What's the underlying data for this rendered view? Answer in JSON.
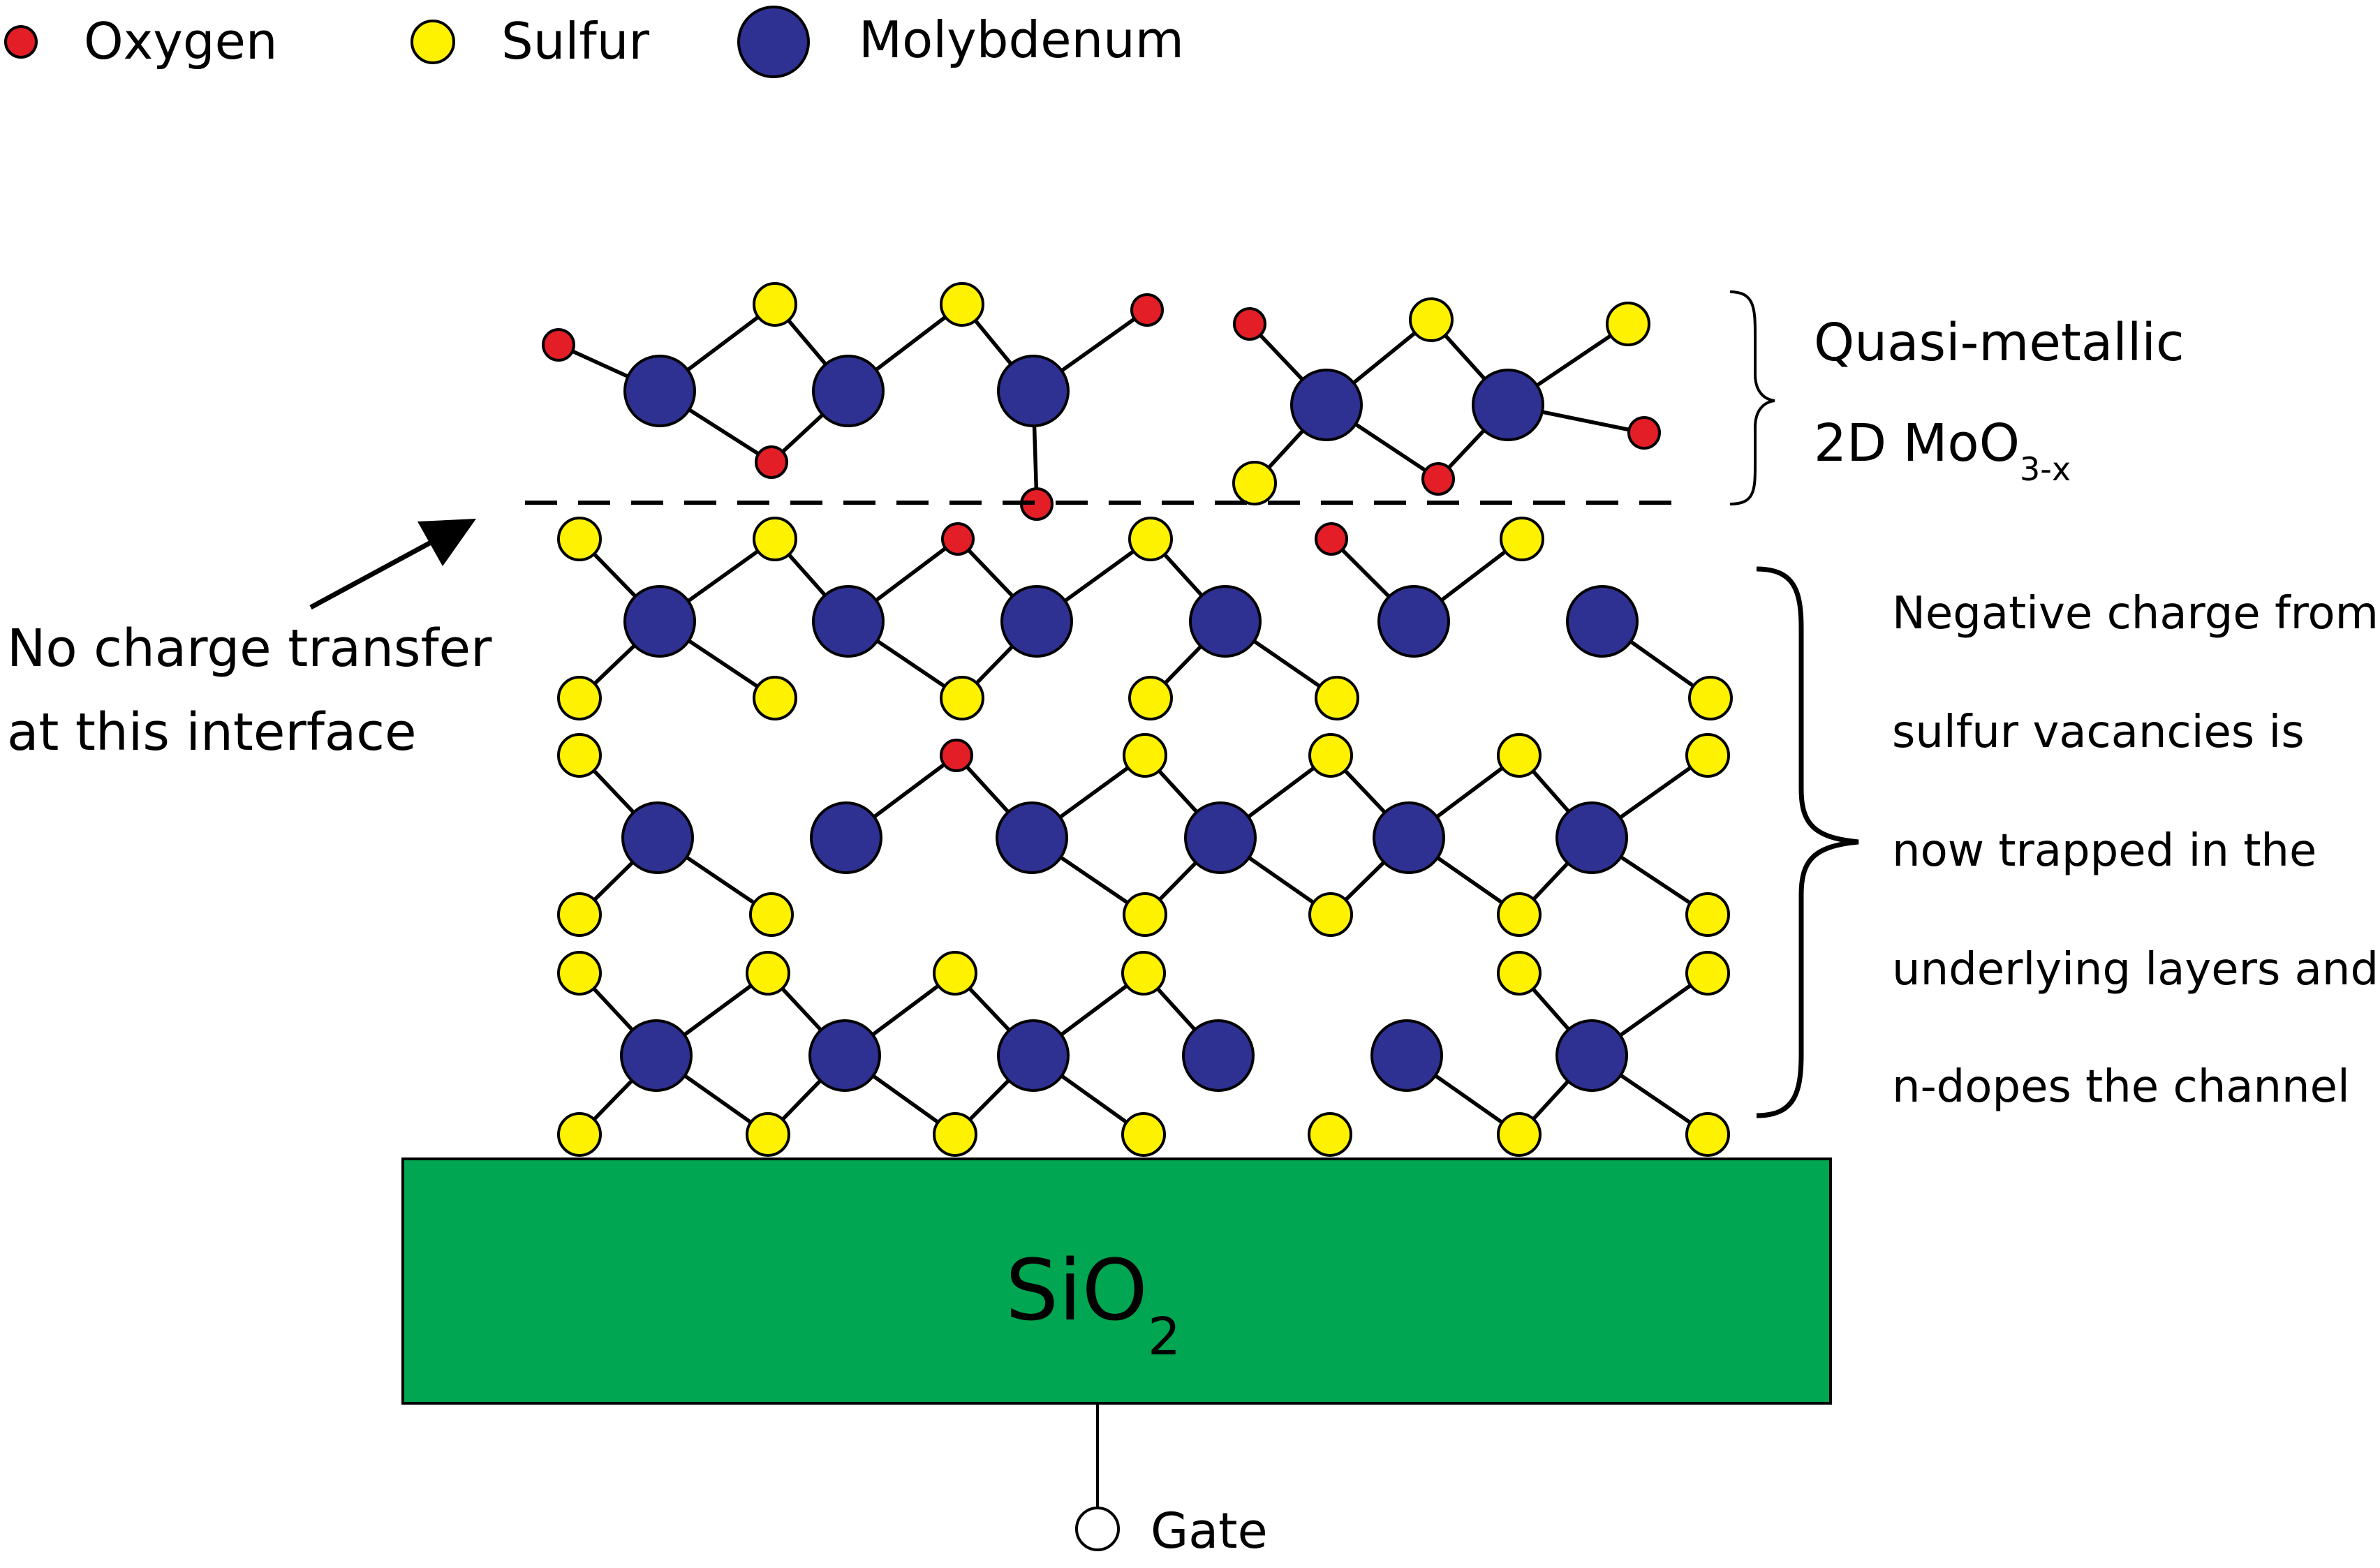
{
  "legend": {
    "oxygen": "Oxygen",
    "sulfur": "Sulfur",
    "molybdenum": "Molybdenum"
  },
  "colors": {
    "oxygen": "#e41e26",
    "sulfur": "#fff200",
    "molybdenum": "#2e3192",
    "substrate": "#00a651",
    "outline": "#000000"
  },
  "top_layer": {
    "label_line1": "Quasi-metallic",
    "label_line2_main": "2D MoO",
    "label_line2_sub": "3-x"
  },
  "interface": {
    "label_line1": "No charge transfer",
    "label_line2": "at this interface"
  },
  "lower_layers": {
    "note_lines": [
      "Negative charge from",
      "sulfur vacancies is",
      "now trapped in the",
      "underlying layers and",
      "n-dopes the channel"
    ]
  },
  "substrate": {
    "label_main": "SiO",
    "label_sub": "2"
  },
  "gate": {
    "label": "Gate"
  }
}
